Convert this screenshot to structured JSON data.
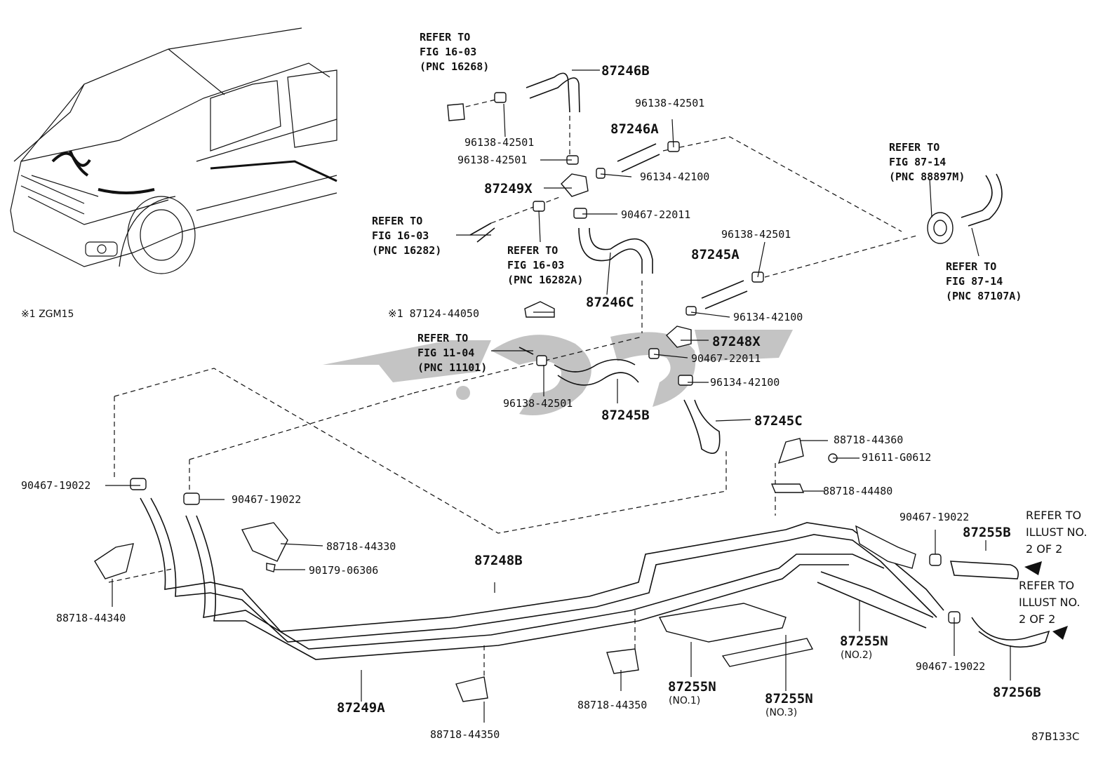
{
  "vehicle_note": "※1 ZGM15",
  "figure_code": "87B133C",
  "watermark_text": "یدکی",
  "refers": {
    "fig16_03_16268": [
      "REFER TO",
      "FIG 16-03",
      "(PNC 16268)"
    ],
    "fig16_03_16282": [
      "REFER TO",
      "FIG 16-03",
      "(PNC 16282)"
    ],
    "fig16_03_16282A": [
      "REFER TO",
      "FIG 16-03",
      "(PNC 16282A)"
    ],
    "fig11_04_11101": [
      "REFER TO",
      "FIG 11-04",
      "(PNC 11101)"
    ],
    "fig87_14_88897M": [
      "REFER TO",
      "FIG 87-14",
      "(PNC 88897M)"
    ],
    "fig87_14_87107A": [
      "REFER TO",
      "FIG 87-14",
      "(PNC 87107A)"
    ],
    "illust2_a": [
      "REFER TO",
      "ILLUST NO.",
      "2 OF 2"
    ],
    "illust2_b": [
      "REFER TO",
      "ILLUST NO.",
      "2 OF 2"
    ]
  },
  "parts": {
    "p87246B": "87246B",
    "p87246A": "87246A",
    "p87246C": "87246C",
    "p87249X": "87249X",
    "p87245A": "87245A",
    "p87245B": "87245B",
    "p87245C": "87245C",
    "p87248X": "87248X",
    "p87248B": "87248B",
    "p87249A": "87249A",
    "p87255B": "87255B",
    "p87256B": "87256B",
    "p87255N_1": "87255N",
    "p87255N_2": "87255N",
    "p87255N_3": "87255N",
    "p87255N_1_sub": "(NO.1)",
    "p87255N_2_sub": "(NO.2)",
    "p87255N_3_sub": "(NO.3)",
    "c96138_a": "96138-42501",
    "c96138_b": "96138-42501",
    "c96138_c": "96138-42501",
    "c96138_d": "96138-42501",
    "c96138_e": "96138-42501",
    "c96134_a": "96134-42100",
    "c96134_b": "96134-42100",
    "c96134_c": "96134-42100",
    "c90467_22011_a": "90467-22011",
    "c90467_22011_b": "90467-22011",
    "c90467_19022_a": "90467-19022",
    "c90467_19022_b": "90467-19022",
    "c90467_19022_c": "90467-19022",
    "c90467_19022_d": "90467-19022",
    "p87124": "※1 87124-44050",
    "b88718_44360": "88718-44360",
    "b91611_G0612": "91611-G0612",
    "b88718_44480": "88718-44480",
    "b88718_44330": "88718-44330",
    "b90179_06306": "90179-06306",
    "b88718_44340": "88718-44340",
    "b88718_44350_a": "88718-44350",
    "b88718_44350_b": "88718-44350"
  }
}
